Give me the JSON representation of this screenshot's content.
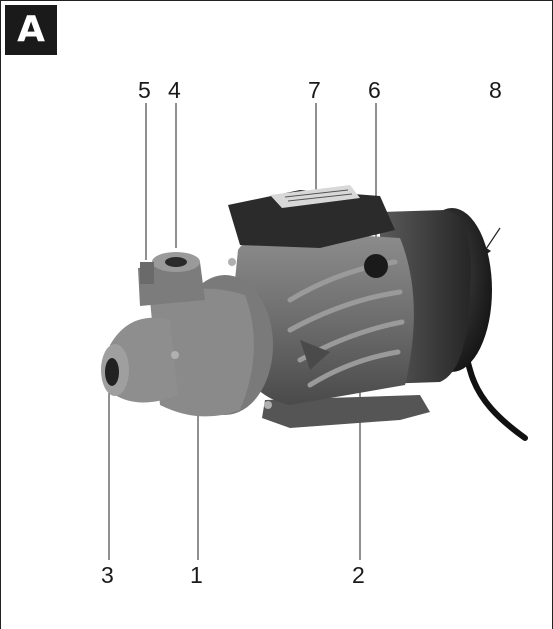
{
  "figure": {
    "letter": "A",
    "callouts": {
      "c1": "1",
      "c2": "2",
      "c3": "3",
      "c4": "4",
      "c5": "5",
      "c6": "6",
      "c7": "7",
      "c8": "8"
    }
  }
}
